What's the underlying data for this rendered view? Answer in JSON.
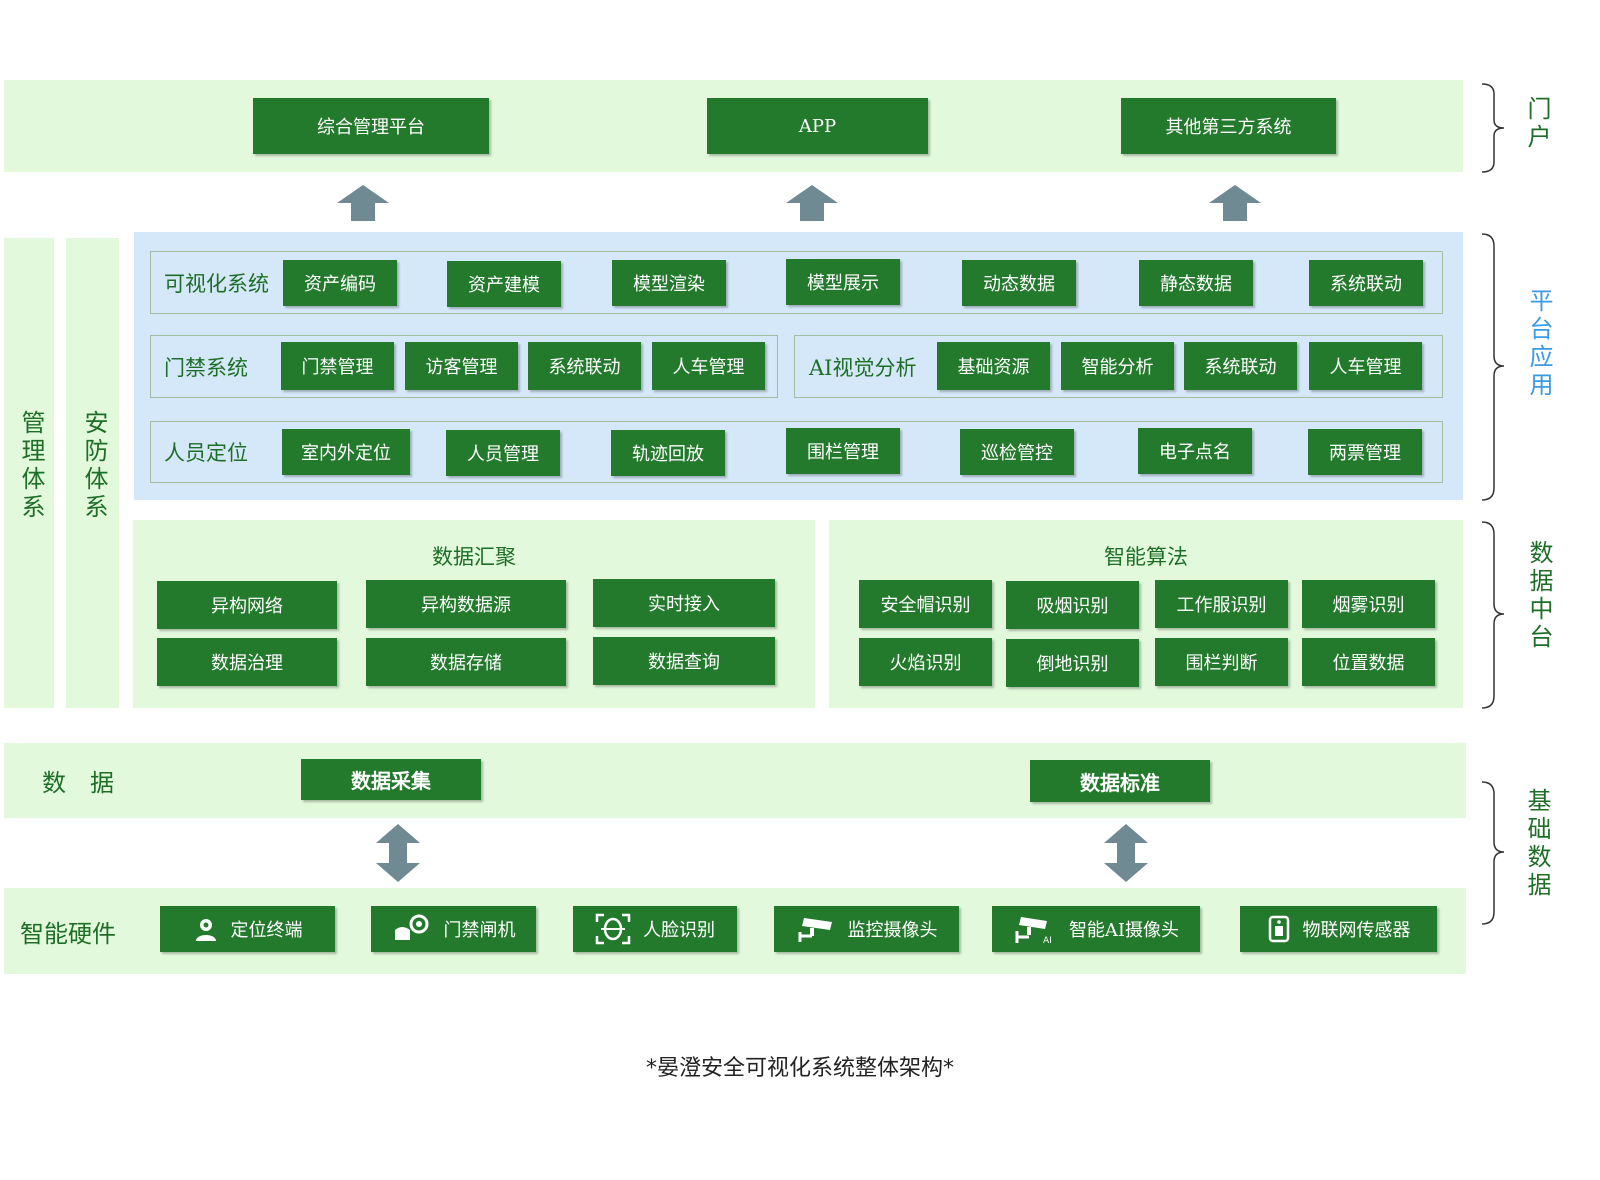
{
  "colors": {
    "button_green": "#237a2c",
    "band_green": "#e3f9dc",
    "band_blue": "#d5e8fa",
    "label_green": "#1e6e27",
    "arrow_gray": "#6f8a93",
    "side_blue": "#3a9be0"
  },
  "portal": {
    "items": [
      "综合管理平台",
      "APP",
      "其他第三方系统"
    ]
  },
  "side_labels": {
    "portal": "门户",
    "platform": "平台应用",
    "data_center": "数据中台",
    "base_data": "基础数据"
  },
  "left_columns": {
    "management": "管理体系",
    "security": "安防体系"
  },
  "platform": {
    "visualization": {
      "label": "可视化系统",
      "items": [
        "资产编码",
        "资产建模",
        "模型渲染",
        "模型展示",
        "动态数据",
        "静态数据",
        "系统联动"
      ]
    },
    "access": {
      "label": "门禁系统",
      "items": [
        "门禁管理",
        "访客管理",
        "系统联动",
        "人车管理"
      ]
    },
    "ai": {
      "label": "AI视觉分析",
      "items": [
        "基础资源",
        "智能分析",
        "系统联动",
        "人车管理"
      ]
    },
    "positioning": {
      "label": "人员定位",
      "items": [
        "室内外定位",
        "人员管理",
        "轨迹回放",
        "围栏管理",
        "巡检管控",
        "电子点名",
        "两票管理"
      ]
    }
  },
  "data_center": {
    "aggregation": {
      "title": "数据汇聚",
      "items": [
        "异构网络",
        "异构数据源",
        "实时接入",
        "数据治理",
        "数据存储",
        "数据查询"
      ]
    },
    "algorithm": {
      "title": "智能算法",
      "items": [
        "安全帽识别",
        "吸烟识别",
        "工作服识别",
        "烟雾识别",
        "火焰识别",
        "倒地识别",
        "围栏判断",
        "位置数据"
      ]
    }
  },
  "data_row": {
    "label": "数　据",
    "items": [
      "数据采集",
      "数据标准"
    ]
  },
  "hardware": {
    "label": "智能硬件",
    "items": [
      {
        "label": "定位终端",
        "icon": "location-person-icon"
      },
      {
        "label": "门禁闸机",
        "icon": "access-gate-icon"
      },
      {
        "label": "人脸识别",
        "icon": "face-scan-icon"
      },
      {
        "label": "监控摄像头",
        "icon": "cctv-camera-icon"
      },
      {
        "label": "智能AI摄像头",
        "icon": "ai-camera-icon"
      },
      {
        "label": "物联网传感器",
        "icon": "iot-sensor-icon"
      }
    ]
  },
  "caption": "*晏澄安全可视化系统整体架构*"
}
